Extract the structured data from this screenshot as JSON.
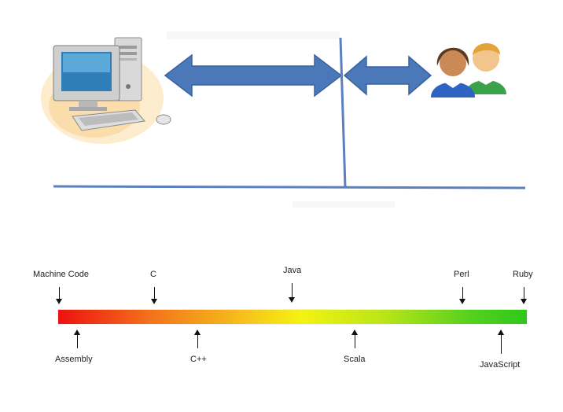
{
  "illustration": {
    "computer_icon": "desktop-computer-icon",
    "people_icon": "users-icon",
    "arrow_color": "#4a78b8",
    "line_color": "#5b7fbf"
  },
  "spectrum": {
    "gradient_colors": [
      "#ee1111",
      "#f3741a",
      "#f7c21c",
      "#f3f312",
      "#b8e418",
      "#55d11e",
      "#2ec81a"
    ],
    "top_labels": [
      "Machine Code",
      "C",
      "Java",
      "Perl",
      "Ruby"
    ],
    "bottom_labels": [
      "Assembly",
      "C++",
      "Scala",
      "JavaScript"
    ]
  }
}
